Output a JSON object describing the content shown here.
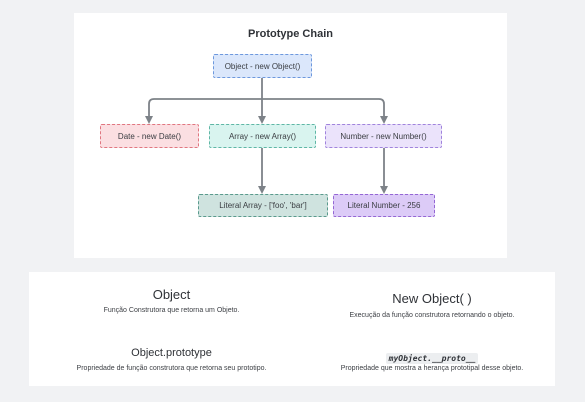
{
  "diagram": {
    "title": "Prototype Chain",
    "nodes": {
      "object": "Object - new Object()",
      "date": "Date - new Date()",
      "array": "Array - new Array()",
      "number": "Number - new Number()",
      "literal_array": "Literal Array - ['foo', 'bar']",
      "literal_number": "Literal Number - 256"
    },
    "colors": {
      "object": "#dbe7fb",
      "date": "#fbdfe2",
      "array": "#d9f4ef",
      "number": "#ebe3fb",
      "literal_array": "#cfe3df",
      "literal_number": "#dccbf7",
      "arrow": "#7d8288"
    }
  },
  "legend": {
    "object": {
      "heading": "Object",
      "description": "Função Construtora que retorna um Objeto."
    },
    "new_object": {
      "heading": "New Object( )",
      "description": "Execução da função construtora retornando o objeto."
    },
    "object_prototype": {
      "heading": "Object.prototype",
      "description": "Propriedade de função construtora que retorna seu prototipo."
    },
    "proto": {
      "code": "myObject.__proto__",
      "description": "Propriedade que mostra a herança prototipal desse objeto."
    }
  }
}
